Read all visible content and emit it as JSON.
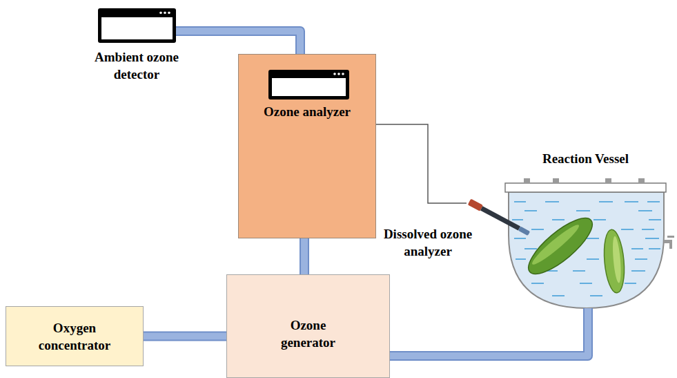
{
  "diagram": {
    "nodes": [
      {
        "text": [
          "Ambient ozone detector"
        ]
      },
      {
        "text": [
          "Ozone analyzer"
        ]
      },
      {
        "text": [
          "Oxygen concentrator"
        ]
      },
      {
        "text": [
          "Ozone generator"
        ]
      },
      {
        "text": [
          "Reaction Vessel"
        ]
      },
      {
        "text": [
          "Dissolved ozone analyzer"
        ]
      }
    ],
    "edges": [
      {
        "from": 0,
        "to": 1,
        "arrow": "none"
      },
      {
        "from": 1,
        "to": 3,
        "arrow": "none"
      },
      {
        "from": 1,
        "to": 5,
        "arrow": "none"
      },
      {
        "from": 2,
        "to": 3,
        "arrow": "none"
      },
      {
        "from": 3,
        "to": 4,
        "arrow": "none"
      }
    ]
  }
}
